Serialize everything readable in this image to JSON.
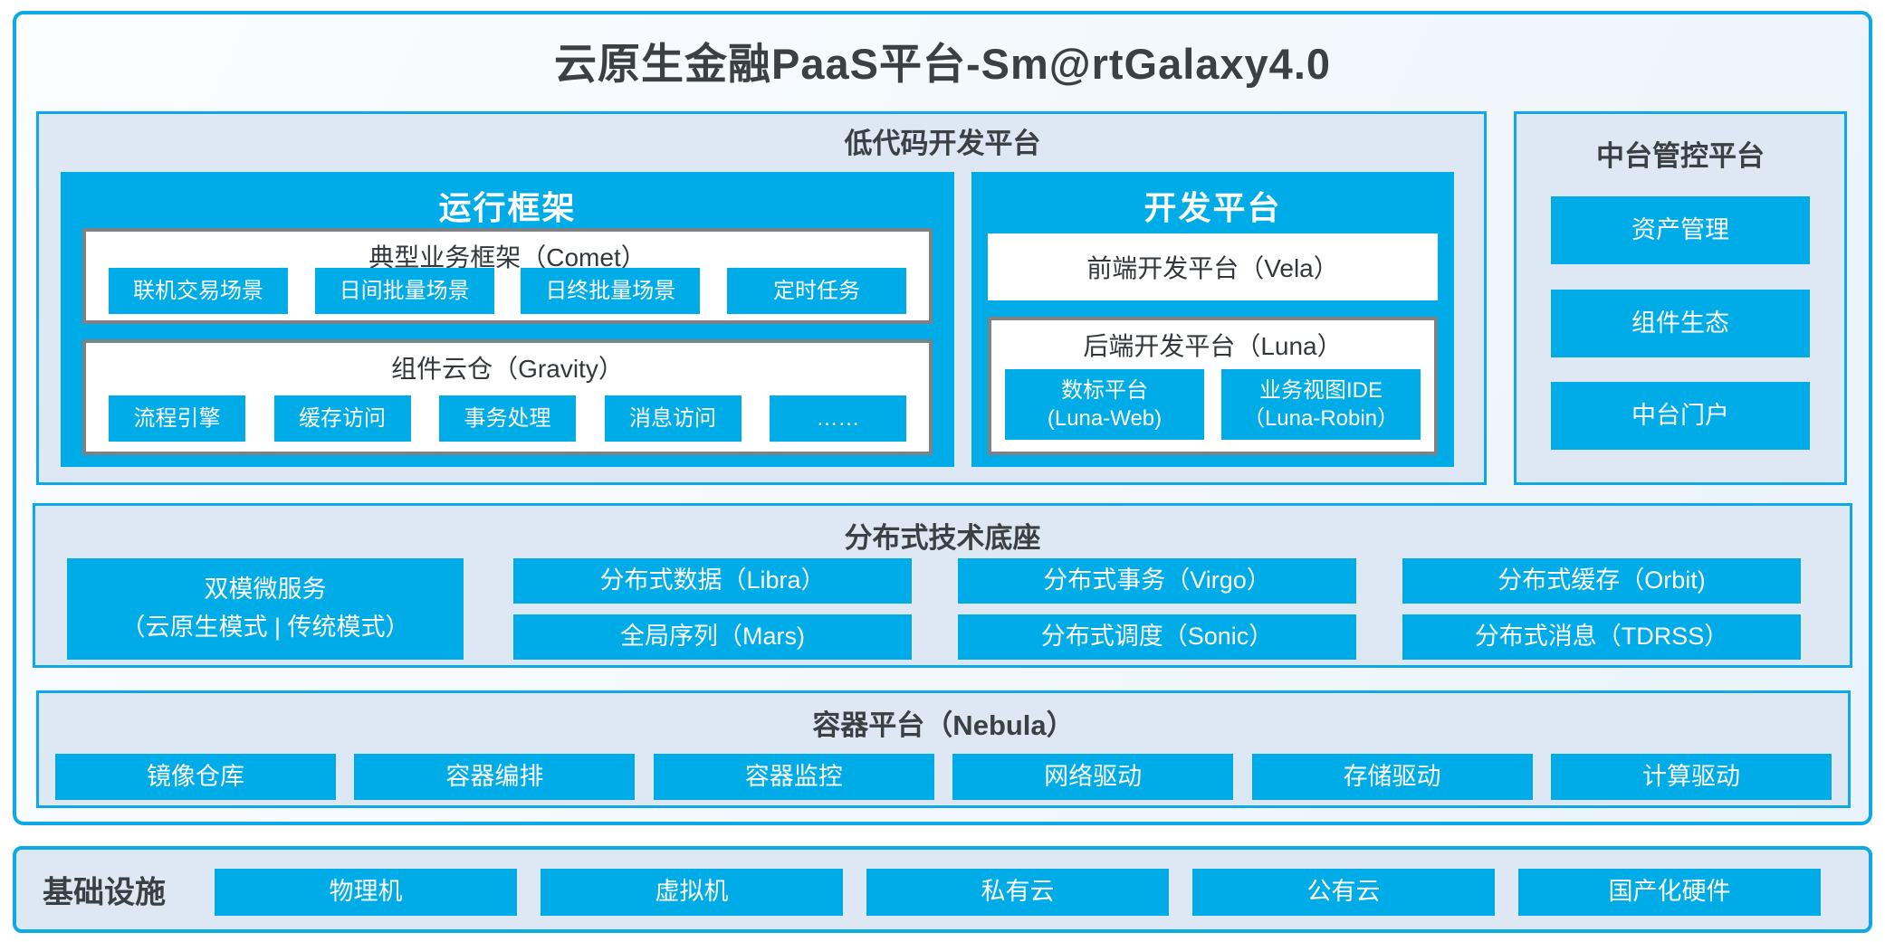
{
  "page_title": "云原生金融PaaS平台-Sm@rtGalaxy4.0",
  "colors": {
    "accent_cyan": "#00ACE8",
    "panel_background": "#DDE8F4",
    "box_border_gray": "#7D8287",
    "outer_border_cyan": "#0CA9E6",
    "text_dark": "#3B4045",
    "text_light": "#FFFFFF"
  },
  "lowcode": {
    "title": "低代码开发平台",
    "runtime": {
      "title": "运行框架",
      "comet": {
        "title": "典型业务框架（Comet）",
        "items": [
          "联机交易场景",
          "日间批量场景",
          "日终批量场景",
          "定时任务"
        ]
      },
      "gravity": {
        "title": "组件云仓（Gravity）",
        "items": [
          "流程引擎",
          "缓存访问",
          "事务处理",
          "消息访问",
          "……"
        ]
      }
    },
    "dev": {
      "title": "开发平台",
      "vela_label": "前端开发平台（Vela）",
      "luna": {
        "title": "后端开发平台（Luna）",
        "items": [
          {
            "line1": "数标平台",
            "line2": "(Luna-Web)"
          },
          {
            "line1": "业务视图IDE",
            "line2": "（Luna-Robin）"
          }
        ]
      }
    }
  },
  "midplatform": {
    "title": "中台管控平台",
    "items": [
      "资产管理",
      "组件生态",
      "中台门户"
    ]
  },
  "distributed": {
    "title": "分布式技术底座",
    "dual_mode": {
      "line1": "双模微服务",
      "line2": "（云原生模式 | 传统模式）"
    },
    "columns": [
      {
        "top": "分布式数据（Libra）",
        "bottom": "全局序列（Mars)"
      },
      {
        "top": "分布式事务（Virgo）",
        "bottom": "分布式调度（Sonic）"
      },
      {
        "top": "分布式缓存（Orbit)",
        "bottom": "分布式消息（TDRSS）"
      }
    ]
  },
  "container_platform": {
    "title": "容器平台（Nebula）",
    "items": [
      "镜像仓库",
      "容器编排",
      "容器监控",
      "网络驱动",
      "存储驱动",
      "计算驱动"
    ]
  },
  "infrastructure": {
    "label": "基础设施",
    "items": [
      "物理机",
      "虚拟机",
      "私有云",
      "公有云",
      "国产化硬件"
    ]
  }
}
